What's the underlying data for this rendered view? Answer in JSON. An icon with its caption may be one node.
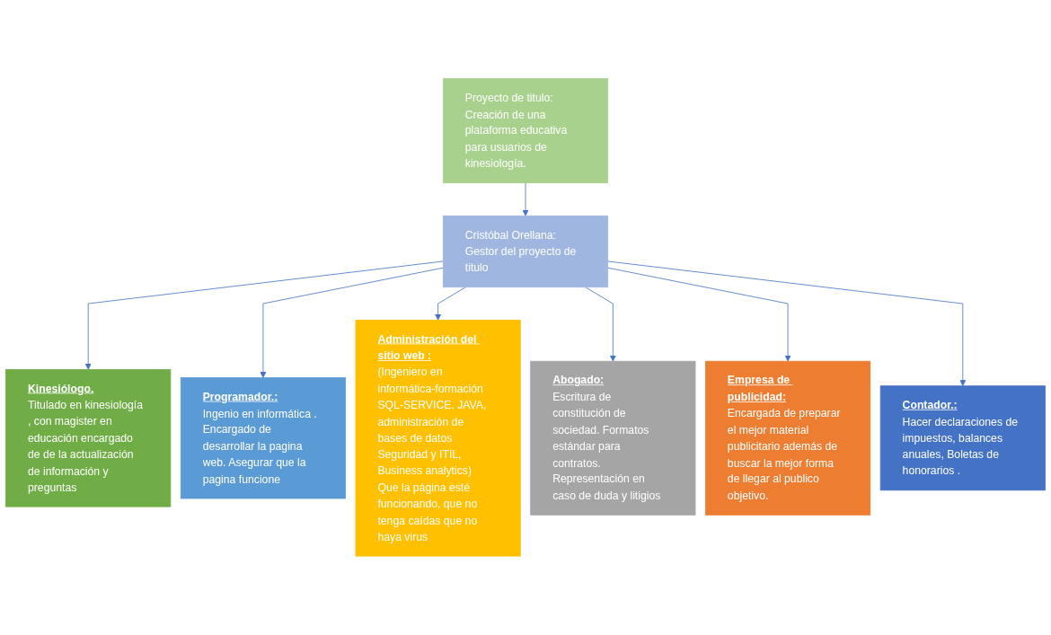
{
  "diagram": {
    "nodes": [
      {
        "text": [
          "Proyecto de titulo: Creación de una plataforma educativa para usuarios de kinesiología."
        ]
      },
      {
        "text": [
          "Cristóbal Orellana: Gestor del proyecto de titulo"
        ]
      },
      {
        "text": [
          "Kinesiólogo.",
          "Titulado en kinesiología , con magister en educación encargado de de la actualización de información y preguntas"
        ]
      },
      {
        "text": [
          "Programador.:",
          "Ingenio en informática . Encargado de desarrollar la pagina web. Asegurar que la pagina funcione"
        ]
      },
      {
        "text": [
          "Administración del sitio web :",
          "(Ingeniero en informática-formación SQL-SERVICE, JAVA, administración de bases de datos Seguridad y ITIL, Business analytics) Que la página esté funcionando, que no tenga caídas que no haya virus"
        ]
      },
      {
        "text": [
          "Abogado:",
          "Escritura de constitución de sociedad. Formatos estándar para contratos. Representación en caso de duda y litigios"
        ]
      },
      {
        "text": [
          "Empresa de publicidad:",
          "Encargada de preparar el mejor material publicitario además de buscar la mejor forma de llegar al publico objetivo."
        ]
      },
      {
        "text": [
          "Contador.:",
          "Hacer declaraciones de impuestos, balances anuales, Boletas de honorarios ."
        ]
      }
    ],
    "edges": [
      {
        "from": 0,
        "to": 1,
        "arrow": "to"
      },
      {
        "from": 1,
        "to": 2,
        "arrow": "to"
      },
      {
        "from": 1,
        "to": 3,
        "arrow": "to"
      },
      {
        "from": 1,
        "to": 4,
        "arrow": "to"
      },
      {
        "from": 1,
        "to": 5,
        "arrow": "to"
      },
      {
        "from": 1,
        "to": 6,
        "arrow": "to"
      },
      {
        "from": 1,
        "to": 7,
        "arrow": "to"
      }
    ]
  }
}
